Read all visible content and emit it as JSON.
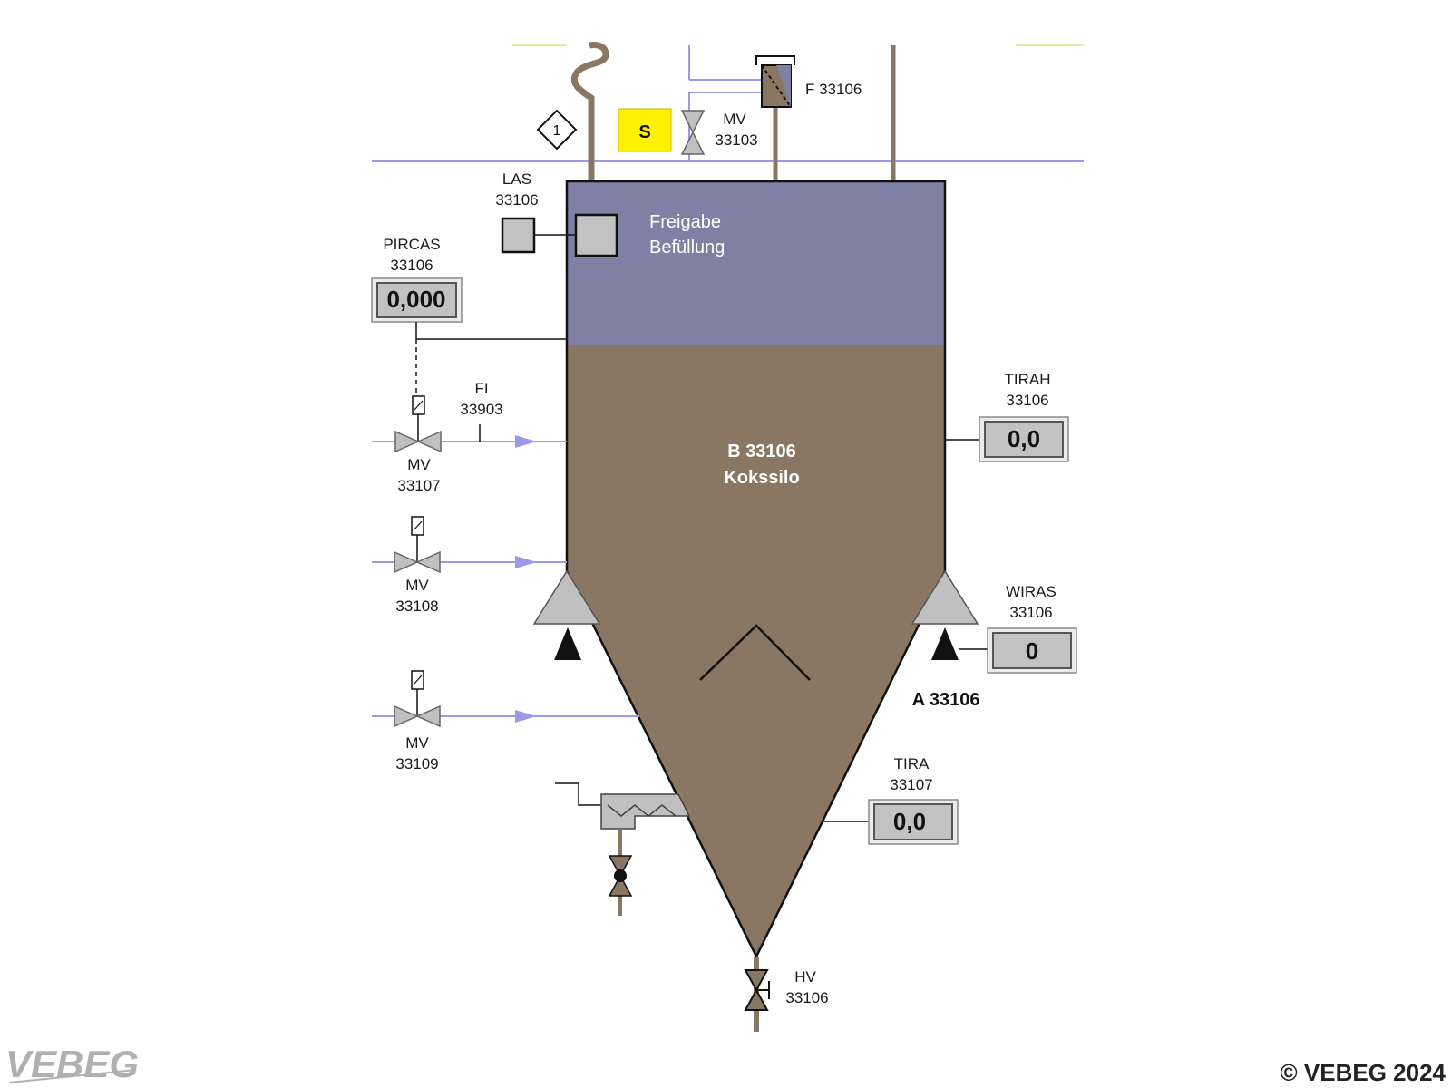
{
  "screen": {
    "filter": {
      "tag": "F 33106"
    },
    "valve_top": {
      "line1": "MV",
      "line2": "33103"
    },
    "status_badge": {
      "label": "S",
      "color": "#fff200"
    },
    "diamond_marker": {
      "label": "1"
    },
    "level_switch": {
      "line1": "LAS",
      "line2": "33106"
    },
    "release_indicator": {
      "line1": "Freigabe",
      "line2": "Befüllung"
    },
    "pressure": {
      "line1": "PIRCAS",
      "line2": "33106",
      "value": "0,000"
    },
    "flow": {
      "line1": "FI",
      "line2": "33903"
    },
    "valve_1": {
      "line1": "MV",
      "line2": "33107"
    },
    "valve_2": {
      "line1": "MV",
      "line2": "33108"
    },
    "valve_3": {
      "line1": "MV",
      "line2": "33109"
    },
    "silo": {
      "line1": "B 33106",
      "line2": "Kokssilo",
      "fill_color": "#8a7763",
      "top_color": "#8080a4"
    },
    "temp_high": {
      "line1": "TIRAH",
      "line2": "33106",
      "value": "0,0"
    },
    "weight": {
      "line1": "WIRAS",
      "line2": "33106",
      "value": "0"
    },
    "scale_tag": "A 33106",
    "temp_low": {
      "line1": "TIRA",
      "line2": "33107",
      "value": "0,0"
    },
    "hand_valve": {
      "line1": "HV",
      "line2": "33106"
    },
    "colors": {
      "pipe_gas": "#9a9ae6",
      "pipe_solid": "#8a7763",
      "equipment": "#c0c0c0"
    },
    "footer": {
      "logo": "VEBEG",
      "copyright": "© VEBEG 2024"
    }
  }
}
